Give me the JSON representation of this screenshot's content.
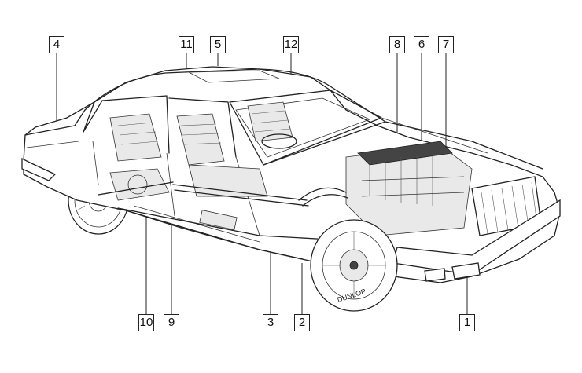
{
  "diagram": {
    "callouts": [
      {
        "id": "c1",
        "label": "1"
      },
      {
        "id": "c2",
        "label": "2"
      },
      {
        "id": "c3",
        "label": "3"
      },
      {
        "id": "c4",
        "label": "4"
      },
      {
        "id": "c5",
        "label": "5"
      },
      {
        "id": "c6",
        "label": "6"
      },
      {
        "id": "c7",
        "label": "7"
      },
      {
        "id": "c8",
        "label": "8"
      },
      {
        "id": "c9",
        "label": "9"
      },
      {
        "id": "c10",
        "label": "10"
      },
      {
        "id": "c11",
        "label": "11"
      },
      {
        "id": "c12",
        "label": "12"
      }
    ],
    "tire_text": "DUNLOP"
  }
}
